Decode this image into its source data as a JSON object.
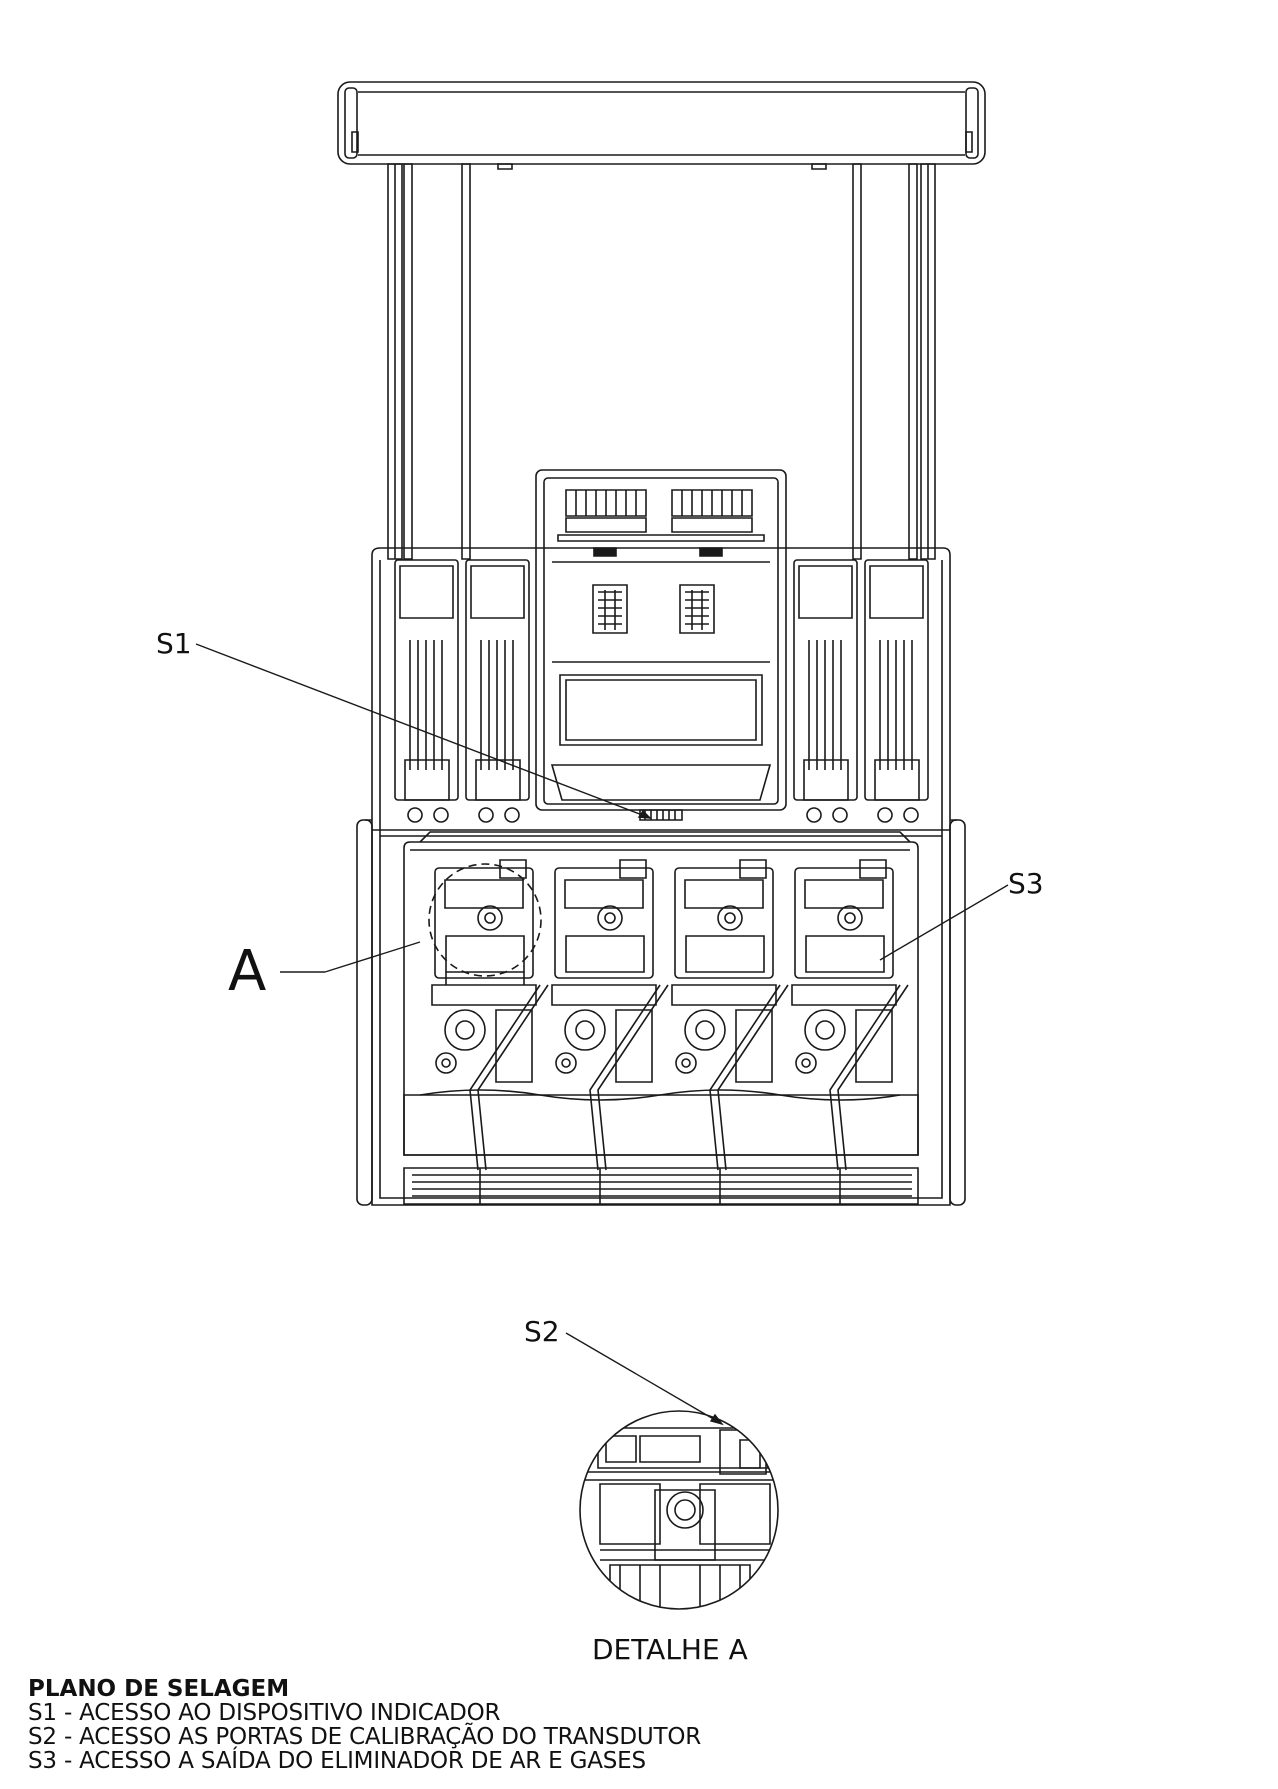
{
  "diagram": {
    "callouts": {
      "s1": "S1",
      "s2": "S2",
      "s3": "S3",
      "a": "A"
    },
    "detail_caption": "DETALHE A"
  },
  "legend": {
    "title": "PLANO DE SELAGEM",
    "items": [
      "S1 - ACESSO AO DISPOSITIVO INDICADOR",
      "S2 - ACESSO AS PORTAS DE CALIBRAÇÃO DO TRANSDUTOR",
      "S3 - ACESSO A SAÍDA DO ELIMINADOR DE AR E GASES"
    ]
  }
}
